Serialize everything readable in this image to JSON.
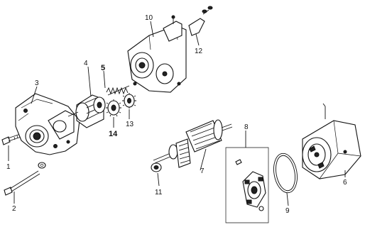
{
  "callouts": {
    "c1": "1",
    "c2": "2",
    "c3": "3",
    "c4": "4",
    "c5": "5",
    "c6": "6",
    "c7": "7",
    "c8": "8",
    "c9": "9",
    "c10": "10",
    "c11": "11",
    "c12": "12",
    "c13": "13",
    "c14": "14"
  },
  "parts": [
    {
      "ref": "1",
      "name": "bolt"
    },
    {
      "ref": "2",
      "name": "through-bolt-with-washer"
    },
    {
      "ref": "3",
      "name": "front-housing"
    },
    {
      "ref": "4",
      "name": "overrunning-clutch"
    },
    {
      "ref": "5",
      "name": "spring"
    },
    {
      "ref": "6",
      "name": "yoke-assembly"
    },
    {
      "ref": "7",
      "name": "armature"
    },
    {
      "ref": "8",
      "name": "brush-holder-assembly"
    },
    {
      "ref": "9",
      "name": "o-ring"
    },
    {
      "ref": "10",
      "name": "solenoid-switch"
    },
    {
      "ref": "11",
      "name": "end-cap-bearing"
    },
    {
      "ref": "12",
      "name": "terminal-bracket"
    },
    {
      "ref": "13",
      "name": "gear"
    },
    {
      "ref": "14",
      "name": "idler-gear"
    }
  ]
}
